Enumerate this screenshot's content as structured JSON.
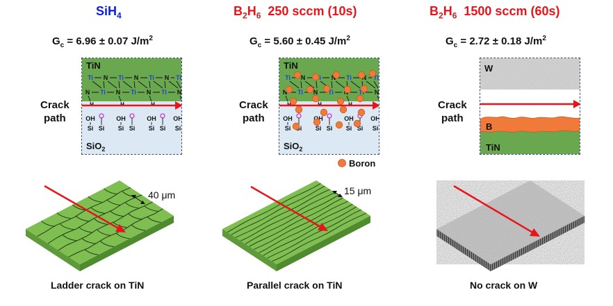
{
  "columns": [
    {
      "title_main": "SiH",
      "title_sub": "4",
      "title_rest": "",
      "title_color": "#0b1fd6",
      "gc": "G",
      "gc_sub": "c",
      "gc_value": " = 6.96 ± 0.07 J/m",
      "gc_sup": "2",
      "crack_label_1": "Crack",
      "crack_label_2": "path",
      "top_layer": "TiN",
      "bottom_layer": "SiO",
      "bottom_layer_sub": "2",
      "spacing": "40 μm",
      "caption": "Ladder crack on TiN"
    },
    {
      "title_main": "B",
      "title_sub": "2",
      "title_main2": "H",
      "title_sub2": "6",
      "title_rest": "  250 sccm (10s)",
      "title_color": "#e8141b",
      "gc": "G",
      "gc_sub": "c",
      "gc_value": " = 5.60 ± 0.45 J/m",
      "gc_sup": "2",
      "crack_label_1": "Crack",
      "crack_label_2": "path",
      "top_layer": "TiN",
      "bottom_layer": "SiO",
      "bottom_layer_sub": "2",
      "legend": "Boron",
      "spacing": "15 μm",
      "caption": "Parallel crack on TiN"
    },
    {
      "title_main": "B",
      "title_sub": "2",
      "title_main2": "H",
      "title_sub2": "6",
      "title_rest": "  1500 sccm (60s)",
      "title_color": "#e8141b",
      "gc": "G",
      "gc_sub": "c",
      "gc_value": " = 2.72 ± 0.18 J/m",
      "gc_sup": "2",
      "crack_label_1": "Crack",
      "crack_label_2": "path",
      "top_layer": "W",
      "boron_layer": "B",
      "bottom_layer": "TiN",
      "caption": "No crack on W"
    }
  ],
  "chem": {
    "ti": "Ti",
    "n": "N",
    "h": "H",
    "oh": "OH",
    "o": "O",
    "si": "Si"
  },
  "colors": {
    "tin_green": "#6aa84f",
    "sio2_blue": "#dce9f5",
    "boron_orange": "#f07a3a",
    "crack_red": "#e8141b",
    "ti_blue": "#1f3fd6",
    "o_magenta": "#c83ad1"
  }
}
